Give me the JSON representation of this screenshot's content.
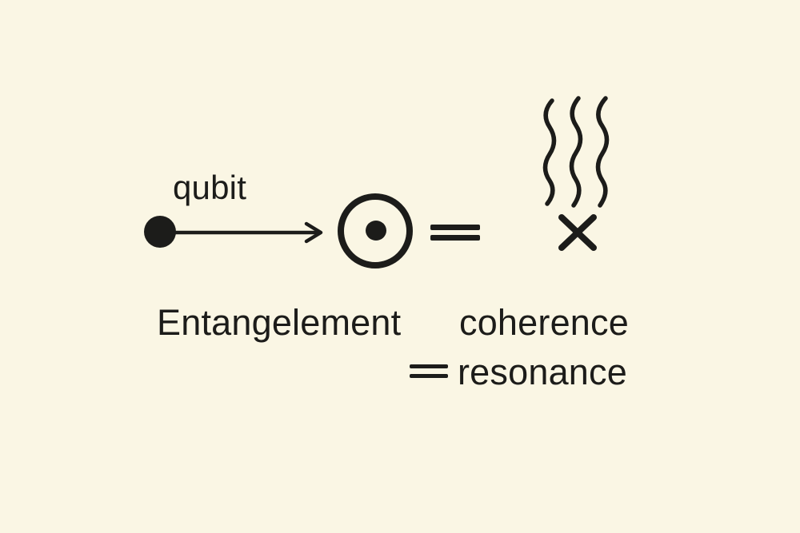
{
  "scene": {
    "description": "Hand-drawn quantum concept sketch on cream paper background",
    "background_color": "#faf6e4",
    "ink_color": "#1c1c1a"
  },
  "labels": {
    "qubit": "qubit",
    "entanglement": "Entangelement",
    "coherence": "coherence",
    "resonance": "resonance"
  },
  "symbols": {
    "qubit_dot": "filled-circle",
    "arrow": "right-arrow",
    "circled_dot": "circle-with-center-dot",
    "equals_main": "=",
    "waves": "three-vertical-wavy-lines",
    "cross": "x-mark",
    "equals_bottom": "="
  }
}
